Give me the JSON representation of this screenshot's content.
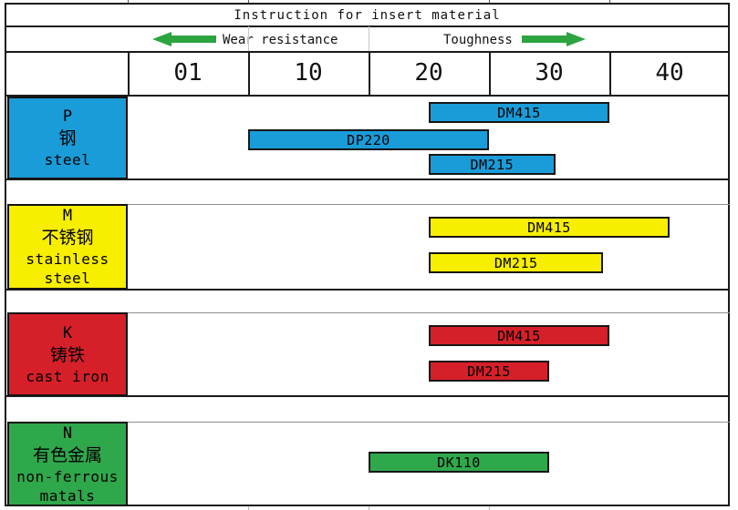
{
  "chart_data": {
    "type": "bar",
    "subtype": "horizontal-range",
    "title": "Instruction for insert material",
    "x_axis": {
      "ticks": [
        "01",
        "10",
        "20",
        "30",
        "40"
      ],
      "left_annotation": "Wear resistance",
      "right_annotation": "Toughness",
      "annotation_arrow_color": "#2ca43f",
      "note": "wear resistance increases to the left, toughness increases to the right"
    },
    "groups": [
      {
        "id": "P",
        "label_lines": [
          "P",
          "钢",
          "steel"
        ],
        "color": "#1a9cd8",
        "bars": [
          {
            "label": "DM415",
            "start": 20,
            "end": 35
          },
          {
            "label": "DP220",
            "start": 5.5,
            "end": 25
          },
          {
            "label": "DM215",
            "start": 20,
            "end": 30.5
          }
        ]
      },
      {
        "id": "M",
        "label_lines": [
          "M",
          "不锈钢",
          "stainless",
          "steel"
        ],
        "color": "#f8ee00",
        "bars": [
          {
            "label": "DM415",
            "start": 20,
            "end": 40
          },
          {
            "label": "DM215",
            "start": 20,
            "end": 34.5
          }
        ]
      },
      {
        "id": "K",
        "label_lines": [
          "K",
          "铸铁",
          "cast iron"
        ],
        "color": "#d5202a",
        "bars": [
          {
            "label": "DM415",
            "start": 20,
            "end": 35
          },
          {
            "label": "DM215",
            "start": 20,
            "end": 30
          }
        ]
      },
      {
        "id": "N",
        "label_lines": [
          "N",
          "有色金属",
          "non-ferrous",
          "matals"
        ],
        "color": "#2fa84c",
        "bars": [
          {
            "label": "DK110",
            "start": 15,
            "end": 30
          }
        ]
      }
    ]
  }
}
